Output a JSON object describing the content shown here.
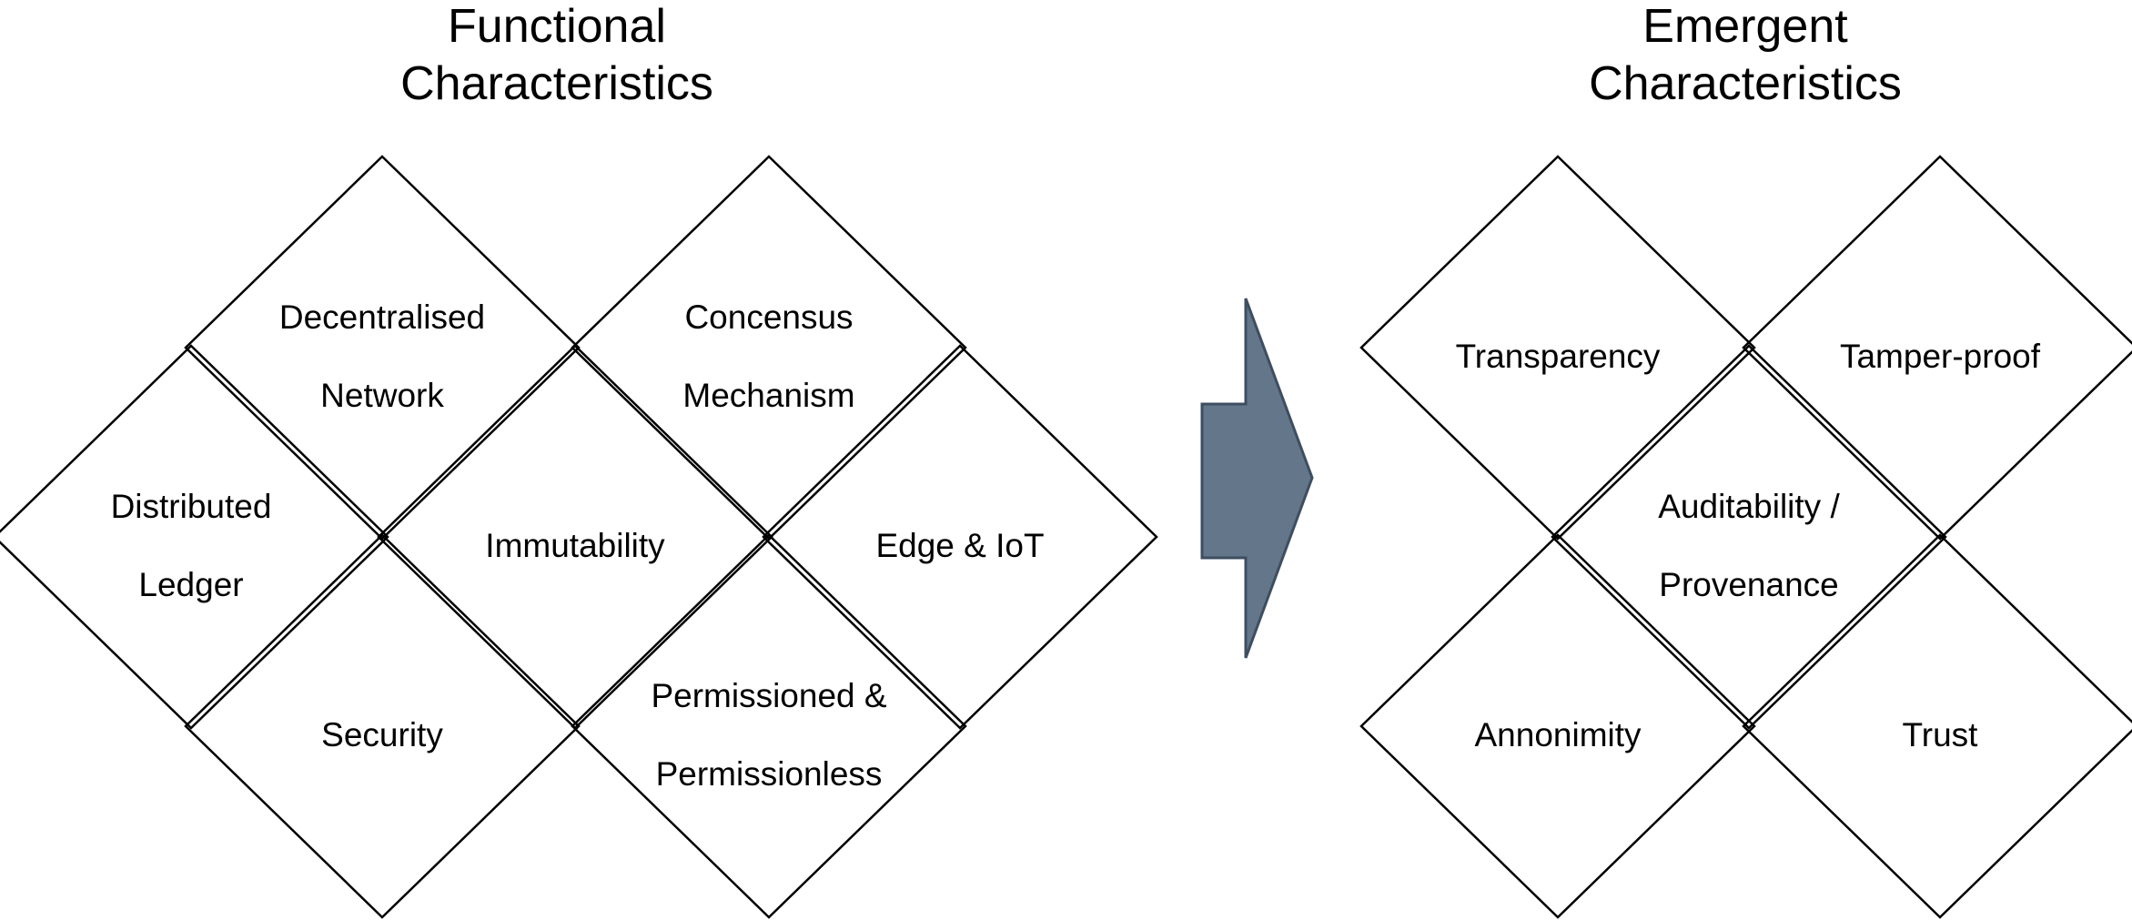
{
  "left_group": {
    "title_line1": "Functional",
    "title_line2": "Characteristics",
    "nodes": [
      {
        "lines": [
          "Decentralised",
          "Network"
        ]
      },
      {
        "lines": [
          "Concensus",
          "Mechanism"
        ]
      },
      {
        "lines": [
          "Distributed",
          "Ledger"
        ]
      },
      {
        "lines": [
          "Immutability"
        ]
      },
      {
        "lines": [
          "Edge & IoT"
        ]
      },
      {
        "lines": [
          "Security"
        ]
      },
      {
        "lines": [
          "Permissioned &",
          "Permissionless"
        ]
      }
    ]
  },
  "right_group": {
    "title_line1": "Emergent",
    "title_line2": "Characteristics",
    "nodes": [
      {
        "lines": [
          "Transparency"
        ]
      },
      {
        "lines": [
          "Tamper-proof"
        ]
      },
      {
        "lines": [
          "Auditability /",
          "Provenance"
        ]
      },
      {
        "lines": [
          "Annonimity"
        ]
      },
      {
        "lines": [
          "Trust"
        ]
      }
    ]
  },
  "arrow": {
    "direction": "right",
    "fill": "#64778A",
    "stroke": "#3E4E61"
  },
  "colors": {
    "background": "#FFFFFF",
    "shape_stroke": "#000000",
    "text": "#000000"
  }
}
